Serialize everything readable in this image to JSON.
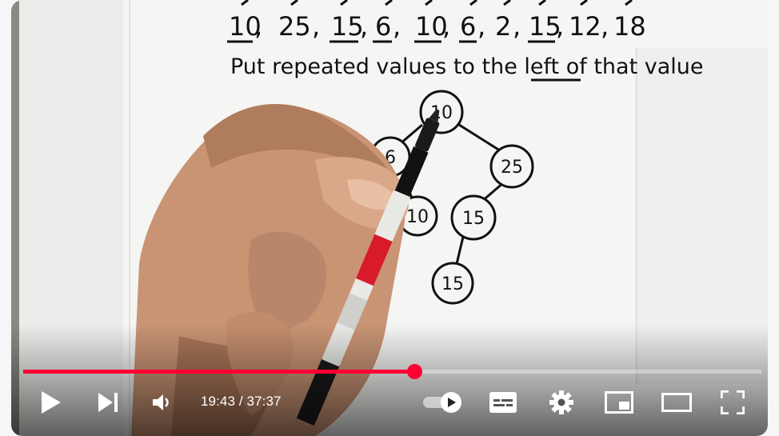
{
  "player": {
    "current_time": "19:43",
    "separator": " / ",
    "duration": "37:37",
    "progress_fraction": 0.53
  },
  "board": {
    "sequence": [
      "10",
      "25",
      "15",
      "6",
      "10",
      "6",
      "2",
      "15",
      "12",
      "18"
    ],
    "instruction_parts": [
      "Put repeated values to the ",
      "left",
      " of that value"
    ],
    "nodes": [
      "10",
      "6",
      "25",
      "10",
      "15",
      "15"
    ]
  },
  "icons": {
    "play": "play-icon",
    "next": "next-icon",
    "volume": "volume-icon",
    "autoplay": "autoplay-toggle-icon",
    "subtitles": "subtitles-icon",
    "settings": "gear-icon",
    "miniplayer": "miniplayer-icon",
    "theater": "theater-mode-icon",
    "fullscreen": "fullscreen-icon"
  },
  "colors": {
    "accent": "#ff0033",
    "ink": "#111111",
    "paper": "#f4f4f2"
  }
}
